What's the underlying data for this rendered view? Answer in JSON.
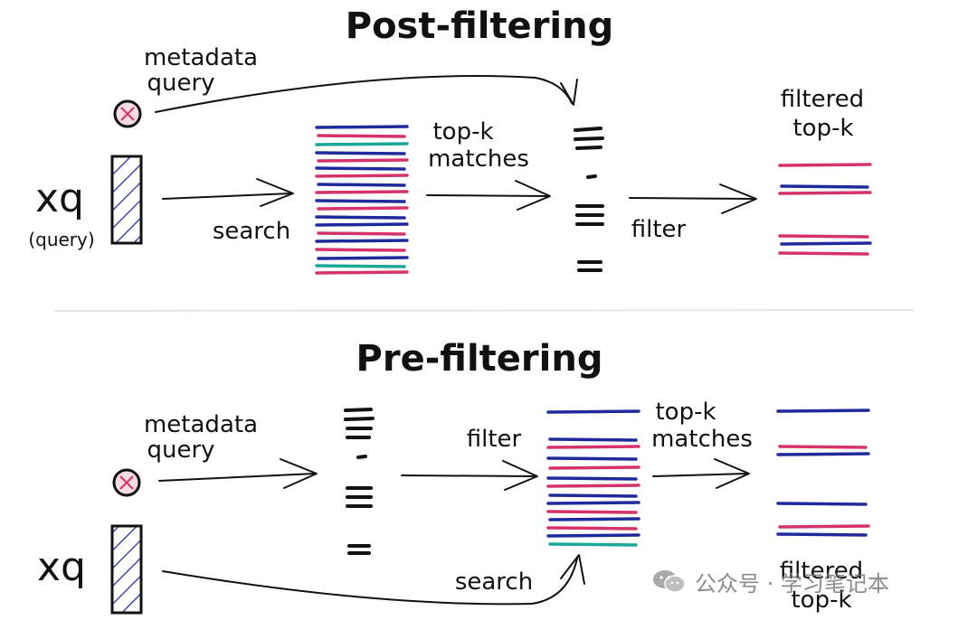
{
  "post": {
    "title": "Post-filtering",
    "metadata_label": [
      "metadata",
      "query"
    ],
    "xq_label": "xq",
    "xq_sub_label": "(query)",
    "search_label": "search",
    "topk_label": [
      "top-k",
      "matches"
    ],
    "filter_label": "filter",
    "result_label": [
      "filtered",
      "top-k"
    ]
  },
  "pre": {
    "title": "Pre-filtering",
    "metadata_label": [
      "metadata",
      "query"
    ],
    "xq_label": "xq",
    "filter_label": "filter",
    "topk_label": [
      "top-k",
      "matches"
    ],
    "search_label": "search",
    "result_label": [
      "filtered",
      "top-k"
    ]
  },
  "watermark": "公众号 · 学习笔记本",
  "colors": {
    "blue": "#1f2a9c",
    "pink": "#d6336c",
    "teal": "#1aa898",
    "ink": "#111111"
  },
  "icons": [
    "metadata-query-icon",
    "query-vector-icon",
    "watermark-logo-icon"
  ]
}
